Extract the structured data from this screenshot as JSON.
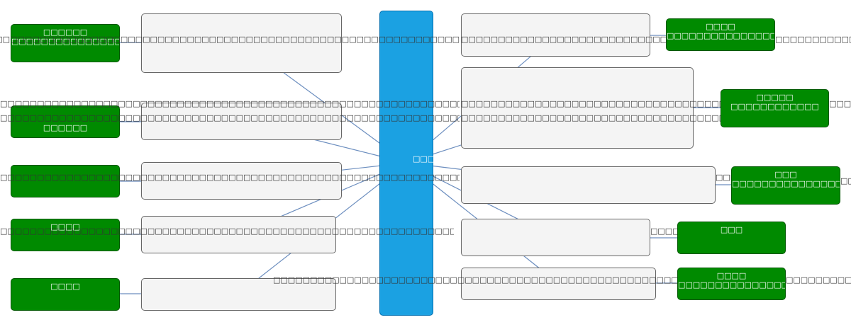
{
  "center": {
    "label": "□□□□"
  },
  "left_branches": [
    {
      "name": "left-branch-1",
      "text": "□□□□□□□□□□□□□□□□□□□□□□□□□□□□□□□□□□□□□□□□□□□□□□□□□□□□□□□□□□□□□□□□□□□□□□□□□□□□□□□□□□□□□□□□□□□□□□□□□□□□□□□□□□□□□□□□□□□□□□□□□□□□□□□□□□□□□□□□□□□□□□□",
      "leaf_line1": "□□□□□□",
      "leaf_line2": "□□□□□□□□□□□□□□□□□□□"
    },
    {
      "name": "left-branch-2",
      "text": "□□□□□□□□□□□□□□□□□□□□□□□□□□□□□□□□□□□□□□□□□□□□□□□□□□□□□□□□□□□□□□□□□□□□□□□□□□□□□□□□□□□□□□□□□□□□□□□□□□□□□□□□□□□□□□□□□□□□□□□□□□□□□□□□□□□□□□□□□□□□□□□□□□□□□□□□□□□□□□□□□□□□□□□□□□□□□□□□□□□□□",
      "text2": "□□□□□□□□□□□□□□□□□□□□□□□□□□□□□□□□□□□□□□□□□□□□□□□□□□□□□□□□□□□□□□□□□□□□□□□□□□□□□□□□□□□□□□□□□□□□□□□□□□□□□□□□□□□□□□□□□□□□□□□□□□□□□□□□□□□□□□□□□□□□□□□□",
      "leaf_line1": "",
      "leaf_line2": "□□□□□□"
    },
    {
      "name": "left-branch-3",
      "text": "□□□□□□□□□□□□□□□□□□□□□□□□□□□□□□□□□□□□□□□□□□□□□□□□□□□□□□□□□□□□□□□□□□□□□□□□□□□□□□□□□□□□□□□□□□□□□□□□□□□□□□□□□□□□□□□□□□□□□□□□□□□□□□□□□□□□□□□□□□□□□□□□□□",
      "leaf_line1": "",
      "leaf_line2": ""
    },
    {
      "name": "left-branch-4",
      "text": "□□□□□□□□□□□□□□□□□□□□□□□□□□□□□□□□□□□□□□□□□□□□□□□□□□□□□□□□□□□□□□□□□□□□□□□□□□□□□□□□□□□□□□□□□□□□□□□□□□□□□□□□□□□□□□□□□□□□□□□□□□□□□□□□□□□□□□□□□□□□□□□□□□□",
      "leaf_line1": "□□□□",
      "leaf_line2": ""
    },
    {
      "name": "left-branch-5",
      "text": "",
      "leaf_line1": "□□□□",
      "leaf_line2": ""
    }
  ],
  "right_branches": [
    {
      "name": "right-branch-1",
      "text": "□□□□□□□□□□□□□□□□□□□□□□□□□□□□□□□□□□□□□□□□□□□□□□□□□□□□□□□□□□□□□□□□□□□□□□□□□□",
      "leaf_line1": "□□□□",
      "leaf_line2": "□□□□□□□□□□□□□□□□"
    },
    {
      "name": "right-branch-2",
      "text": "□□□□□□□□□□□□□□□□□□□□□□□□□□□□□□□□□□□□□□□□□□□□□□□□□□□□□□□□□□□□□□□□□□□□□□□□□□□□□□□□□□□□□□□□□□□□□□□□□□□□□□□□□□□□□",
      "text2": "□□□□□□□□□□□□□□□□□□□□□□□□□□□□□□□□□□□□□□□□□□□□□□□□□□□□□□□□□□□□□□□□□□□□□□□□□□□□□□□□□□□□□□□□□□□□□□□□",
      "leaf_line1": "□□□□□",
      "leaf_line2": "□□□□□□□□□□□□"
    },
    {
      "name": "right-branch-3",
      "text": "□□□□□□□□□□□□□□□□□□□□□□□□□□□□□□□□□□□□□□□□□□□□□□□□□□□□□□□□□□□□□□□□□□□□□□□□□□□□□□□□□□□□□□",
      "leaf_line1": "□□□",
      "leaf_line2": "□□□□□□□□□□□□□□□□□□□□□"
    },
    {
      "name": "right-branch-4",
      "text": "□□□□□□□□□□□□□□□□□□□□□□□□□□□□□□□□□□□□□□□□□□□□□□□□□□□□□□□□□□□□□□□□□□□□□□□□□□□□□□□□□□□□□□□□□□□□□□□□□□□□□",
      "leaf_line1": "□□□",
      "leaf_line2": ""
    },
    {
      "name": "right-branch-5",
      "text": "□□□□□□□□□□□□□□□□□□□□□□□□□□□□□□□□□□□□□□□□□□□□□□□□□□□□□□□□□□□□□□□□□□□□□□□□□□□□□□□□□□□□□□□□□□□□□□□□□□□□□□□□□□□□□□□□□□□□□□□□□□□□□□□□□□□□□□□□",
      "leaf_line1": "□□□□",
      "leaf_line2": "□□□□□□□□□□□□□□□□"
    }
  ],
  "colors": {
    "center": "#1ba1e2",
    "leaf": "#008a00",
    "box": "#f4f4f4",
    "edge": "#6c8ebf",
    "arrow": "#666666"
  }
}
